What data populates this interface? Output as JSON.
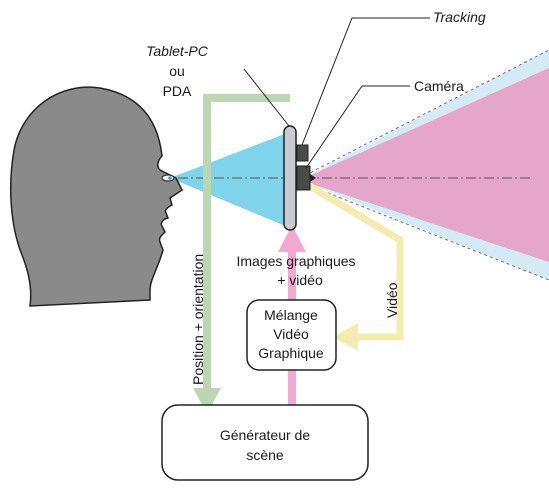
{
  "labels": {
    "tracking": "Tracking",
    "camera": "Caméra",
    "tablet_line1": "Tablet-PC",
    "tablet_line2": "ou",
    "tablet_line3": "PDA",
    "images_line1": "Images graphiques",
    "images_line2": "+ vidéo",
    "video": "Vidéo",
    "position": "Position + orientation",
    "mix_line1": "Mélange",
    "mix_line2": "Vidéo",
    "mix_line3": "Graphique",
    "gen_line1": "Générateur de",
    "gen_line2": "scène"
  },
  "colors": {
    "head": "#8a8a8a",
    "view_cone": "#7fd3ea",
    "camera_cone": "#cde8f4",
    "scene_cone": "#e6a6cc",
    "green_arrow": "#bcd6b4",
    "pink_arrow": "#f3a9cf",
    "yellow_arrow": "#f3ecae",
    "device": "#c8ccd0"
  }
}
